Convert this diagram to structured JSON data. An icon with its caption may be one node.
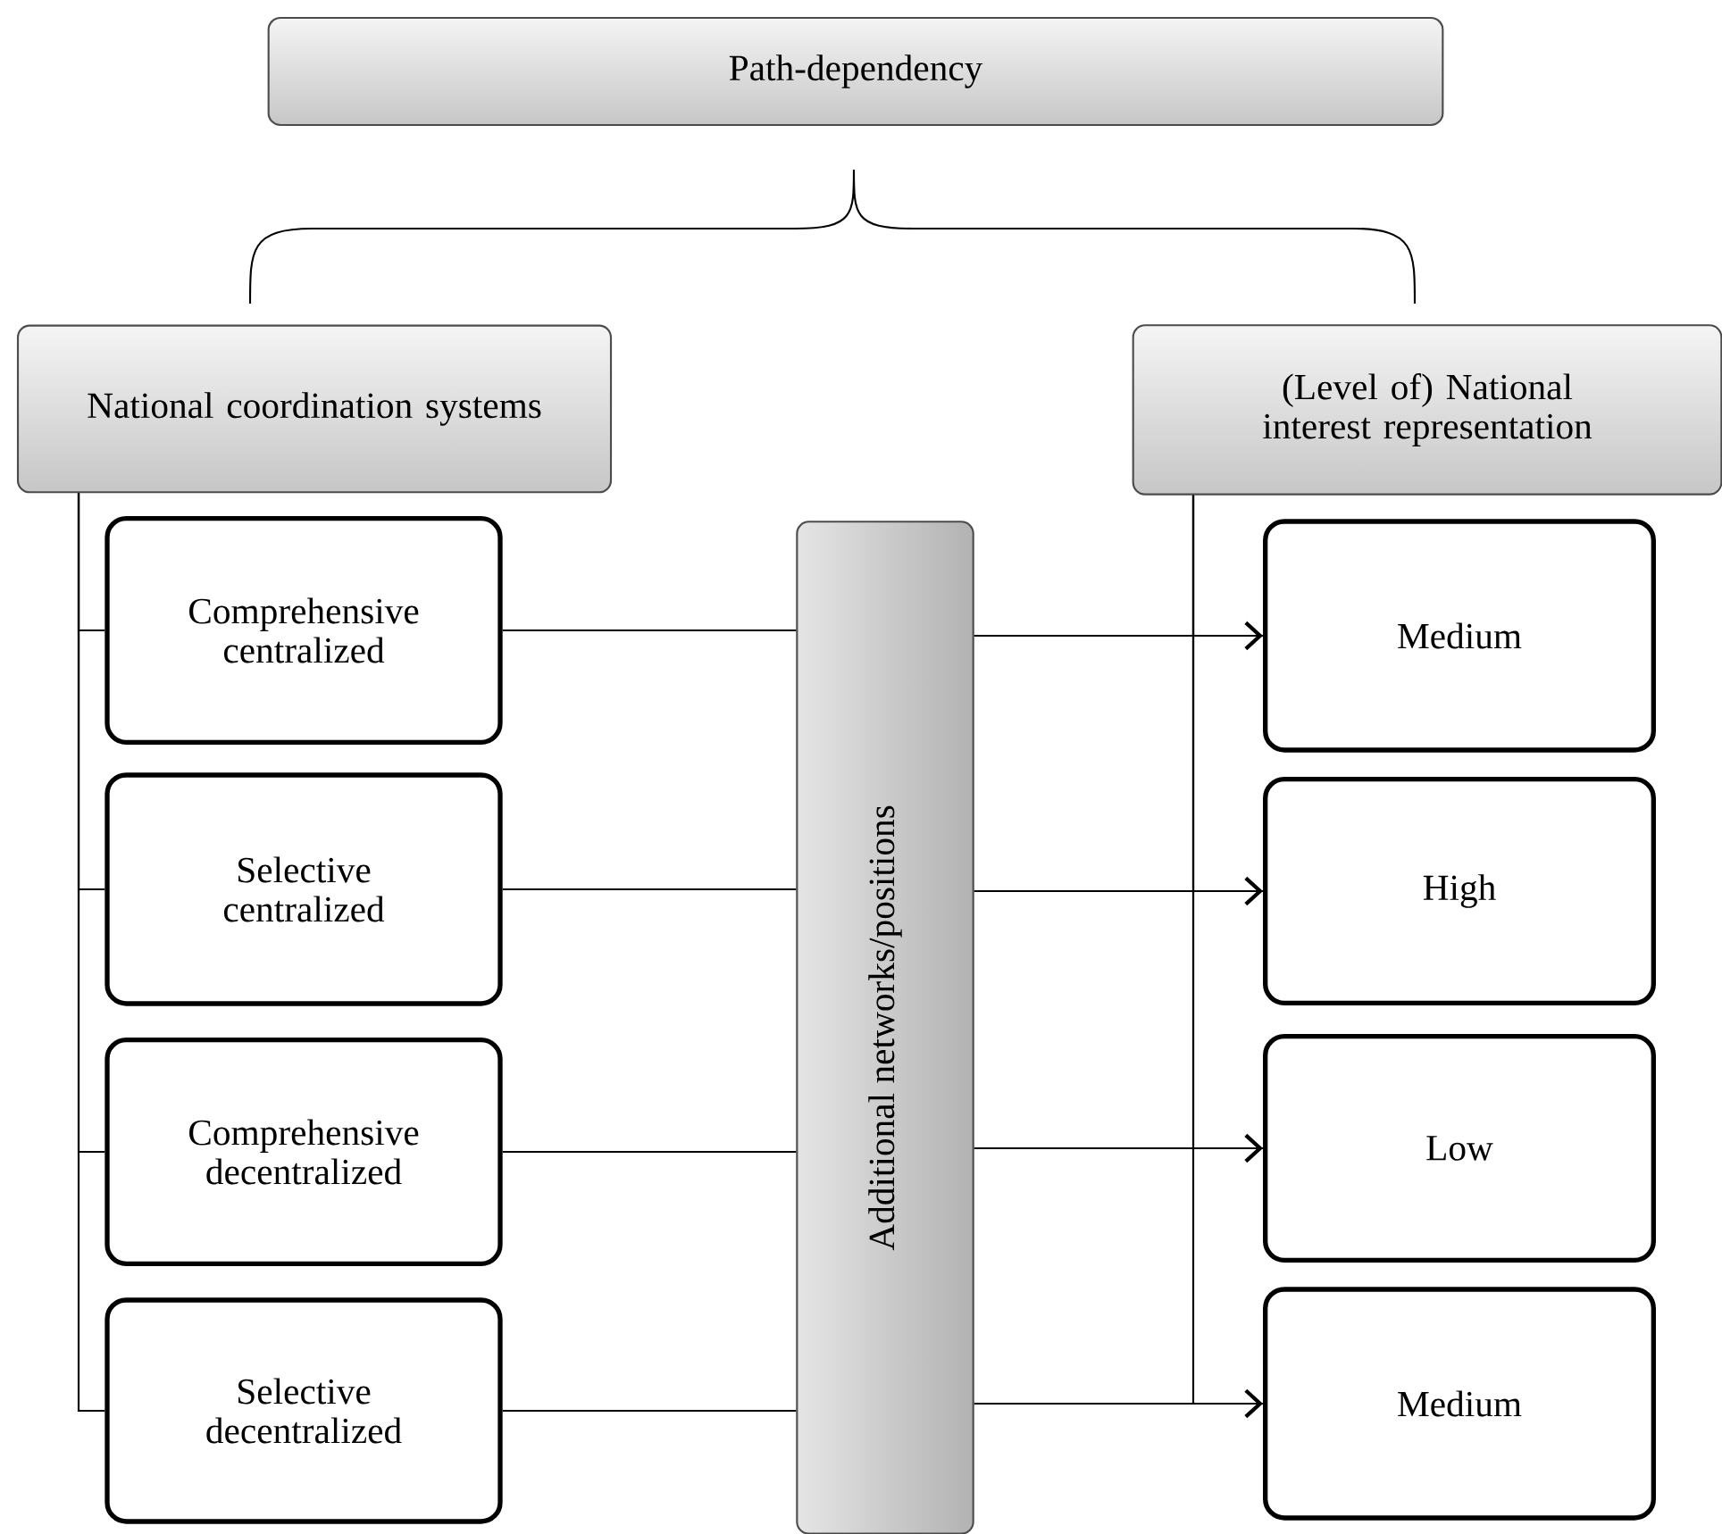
{
  "diagram": {
    "nodes": [
      {
        "text": [
          "Path-dependency"
        ]
      },
      {
        "text": [
          "National coordination systems"
        ]
      },
      {
        "text": [
          "(Level of) National interest representation"
        ]
      },
      {
        "text": [
          "Comprehensive centralized"
        ]
      },
      {
        "text": [
          "Selective centralized"
        ]
      },
      {
        "text": [
          "Comprehensive decentralized"
        ]
      },
      {
        "text": [
          "Selective decentralized"
        ]
      },
      {
        "text": [
          "Additional networks/positions"
        ]
      },
      {
        "text": [
          "Medium"
        ]
      },
      {
        "text": [
          "High"
        ]
      },
      {
        "text": [
          "Low"
        ]
      },
      {
        "text": [
          "Medium"
        ]
      }
    ],
    "edges": [
      {
        "from": 1,
        "to": 3,
        "arrow": "none"
      },
      {
        "from": 1,
        "to": 4,
        "arrow": "none"
      },
      {
        "from": 1,
        "to": 5,
        "arrow": "none"
      },
      {
        "from": 1,
        "to": 6,
        "arrow": "none"
      },
      {
        "from": 2,
        "to": 8,
        "arrow": "none"
      },
      {
        "from": 2,
        "to": 9,
        "arrow": "none"
      },
      {
        "from": 2,
        "to": 10,
        "arrow": "none"
      },
      {
        "from": 2,
        "to": 11,
        "arrow": "none"
      },
      {
        "from": 3,
        "to": 7,
        "arrow": "none"
      },
      {
        "from": 7,
        "to": 8,
        "arrow": "to"
      },
      {
        "from": 4,
        "to": 7,
        "arrow": "none"
      },
      {
        "from": 7,
        "to": 9,
        "arrow": "to"
      },
      {
        "from": 5,
        "to": 7,
        "arrow": "none"
      },
      {
        "from": 7,
        "to": 10,
        "arrow": "to"
      },
      {
        "from": 6,
        "to": 7,
        "arrow": "none"
      },
      {
        "from": 7,
        "to": 11,
        "arrow": "to"
      }
    ]
  }
}
